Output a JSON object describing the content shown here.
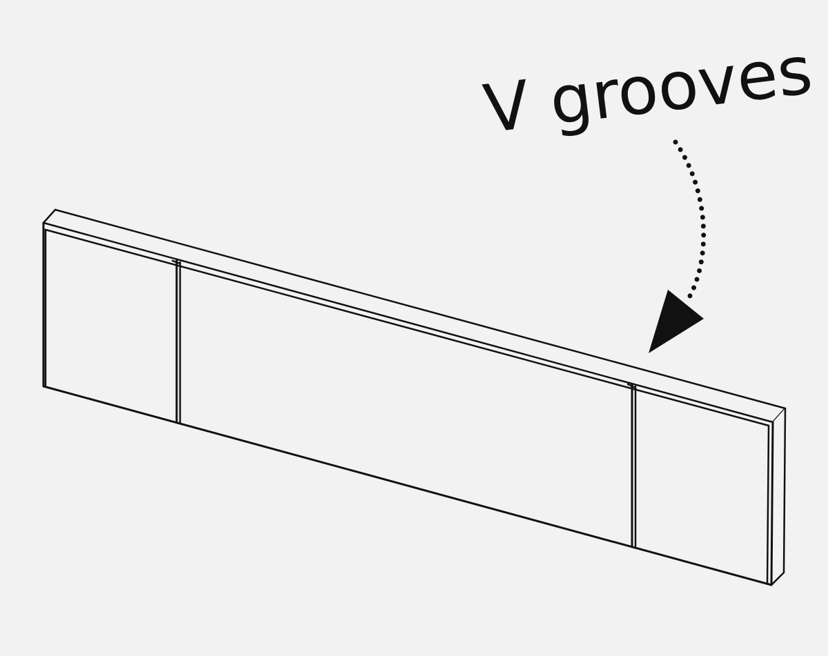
{
  "diagram": {
    "callout_label": "V grooves",
    "colors": {
      "background": "#f2f2f2",
      "line": "#111111"
    },
    "arrow_style": "dotted-curve-with-solid-head",
    "object": "board-with-two-v-grooves"
  }
}
